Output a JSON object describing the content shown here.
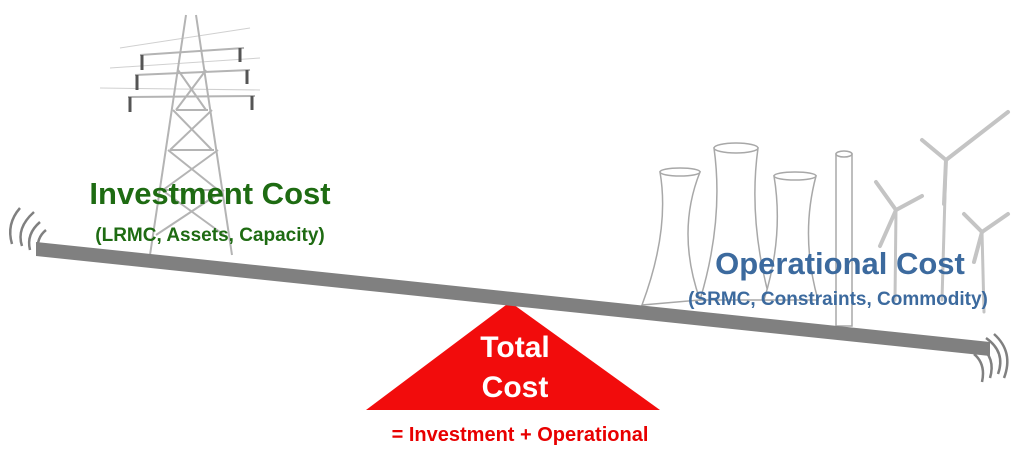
{
  "colors": {
    "investment": "#1e6b12",
    "operational": "#3c6a9e",
    "fulcrum": "#f20c0c",
    "beam": "#808080",
    "formula": "#e80000",
    "background_art": "#a8a8a8"
  },
  "icons": [
    "power-pylon-icon",
    "cooling-towers-icon",
    "chimney-icon",
    "wind-turbine-icon",
    "spring-icon"
  ],
  "investment": {
    "title": "Investment Cost",
    "subtitle": "(LRMC, Assets, Capacity)"
  },
  "operational": {
    "title": "Operational Cost",
    "subtitle": "(SRMC, Constraints, Commodity)"
  },
  "total": {
    "line1": "Total",
    "line2": "Cost",
    "formula": "= Investment + Operational"
  }
}
